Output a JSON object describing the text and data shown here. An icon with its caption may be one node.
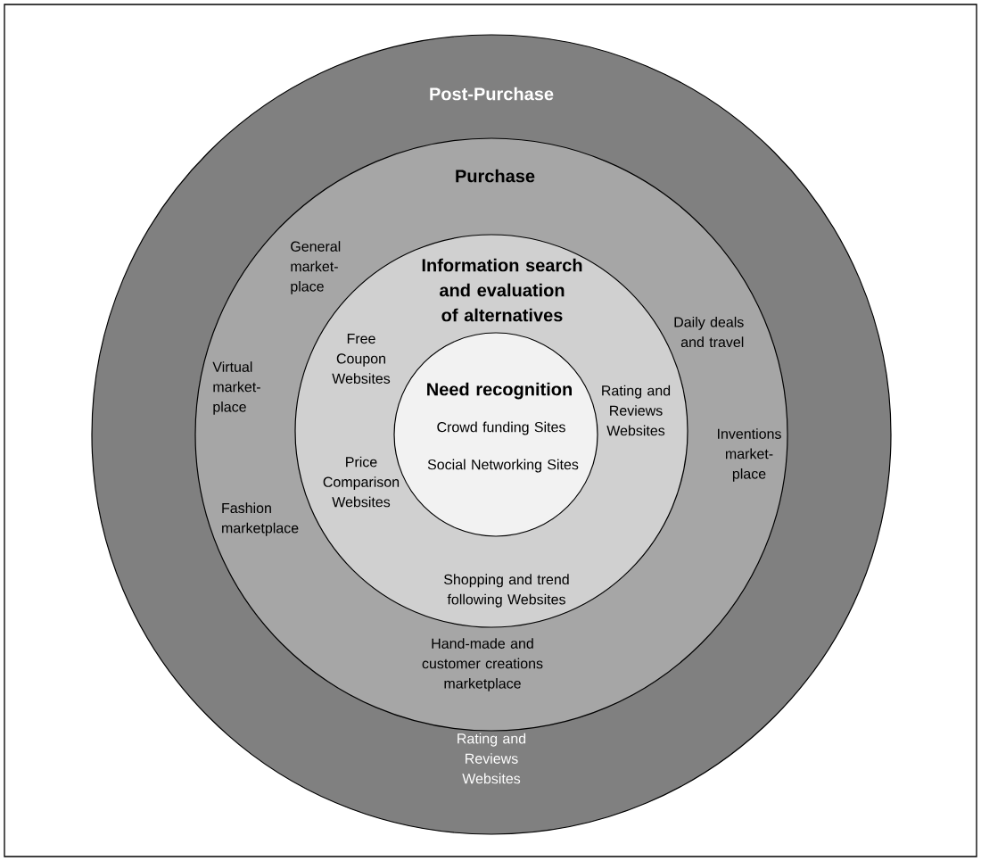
{
  "diagram": {
    "nodes": [
      {
        "text": [
          "Post-Purchase",
          "Rating and Reviews Websites"
        ]
      },
      {
        "text": [
          "Purchase",
          "General market-place",
          "Daily deals and travel",
          "Virtual market-place",
          "Inventions market-place",
          "Fashion marketplace",
          "Hand-made and customer creations marketplace"
        ],
        "in": 0
      },
      {
        "text": [
          "Information search and evaluation of alternatives",
          "Free Coupon Websites",
          "Rating and Reviews Websites",
          "Price Comparison Websites",
          "Shopping and trend following Websites"
        ],
        "in": 1
      },
      {
        "text": [
          "Need recognition",
          "Crowd funding Sites",
          "Social Networking Sites"
        ],
        "in": 2
      }
    ]
  }
}
